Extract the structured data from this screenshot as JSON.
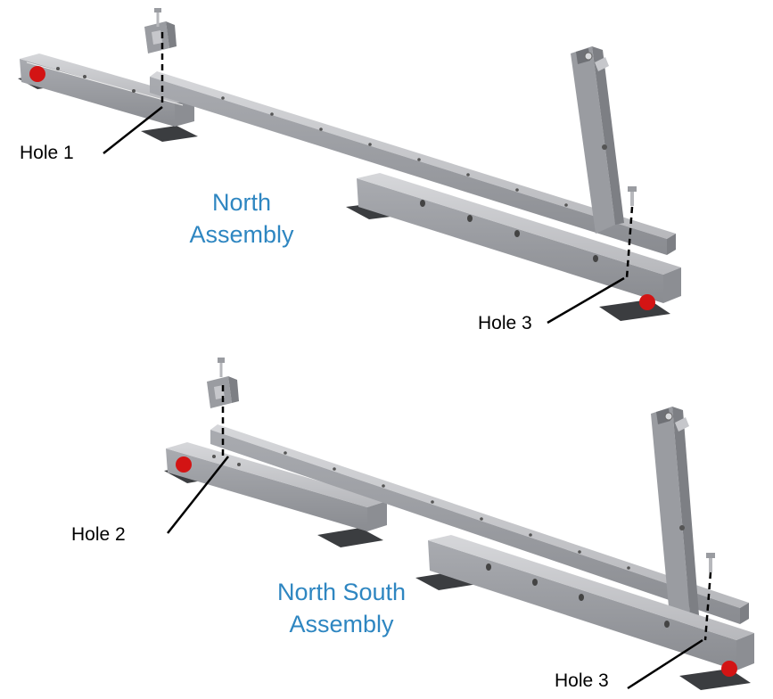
{
  "colors": {
    "title_blue": "#2e86c1",
    "metal_top": "#c6c7cb",
    "metal_side": "#9fa1a6",
    "metal_dark": "#7d7f84",
    "rubber_pad": "#3b3d40",
    "marker_red": "#d31414",
    "callout_line": "#000000"
  },
  "icons": {
    "marker": "red-circle-marker-icon",
    "fastener": "bolt-icon"
  },
  "north": {
    "title_line1": "North",
    "title_line2": "Assembly",
    "hole_a_label": "Hole 1",
    "hole_b_label": "Hole 3"
  },
  "north_south": {
    "title_line1": "North South",
    "title_line2": "Assembly",
    "hole_a_label": "Hole 2",
    "hole_b_label": "Hole 3"
  }
}
